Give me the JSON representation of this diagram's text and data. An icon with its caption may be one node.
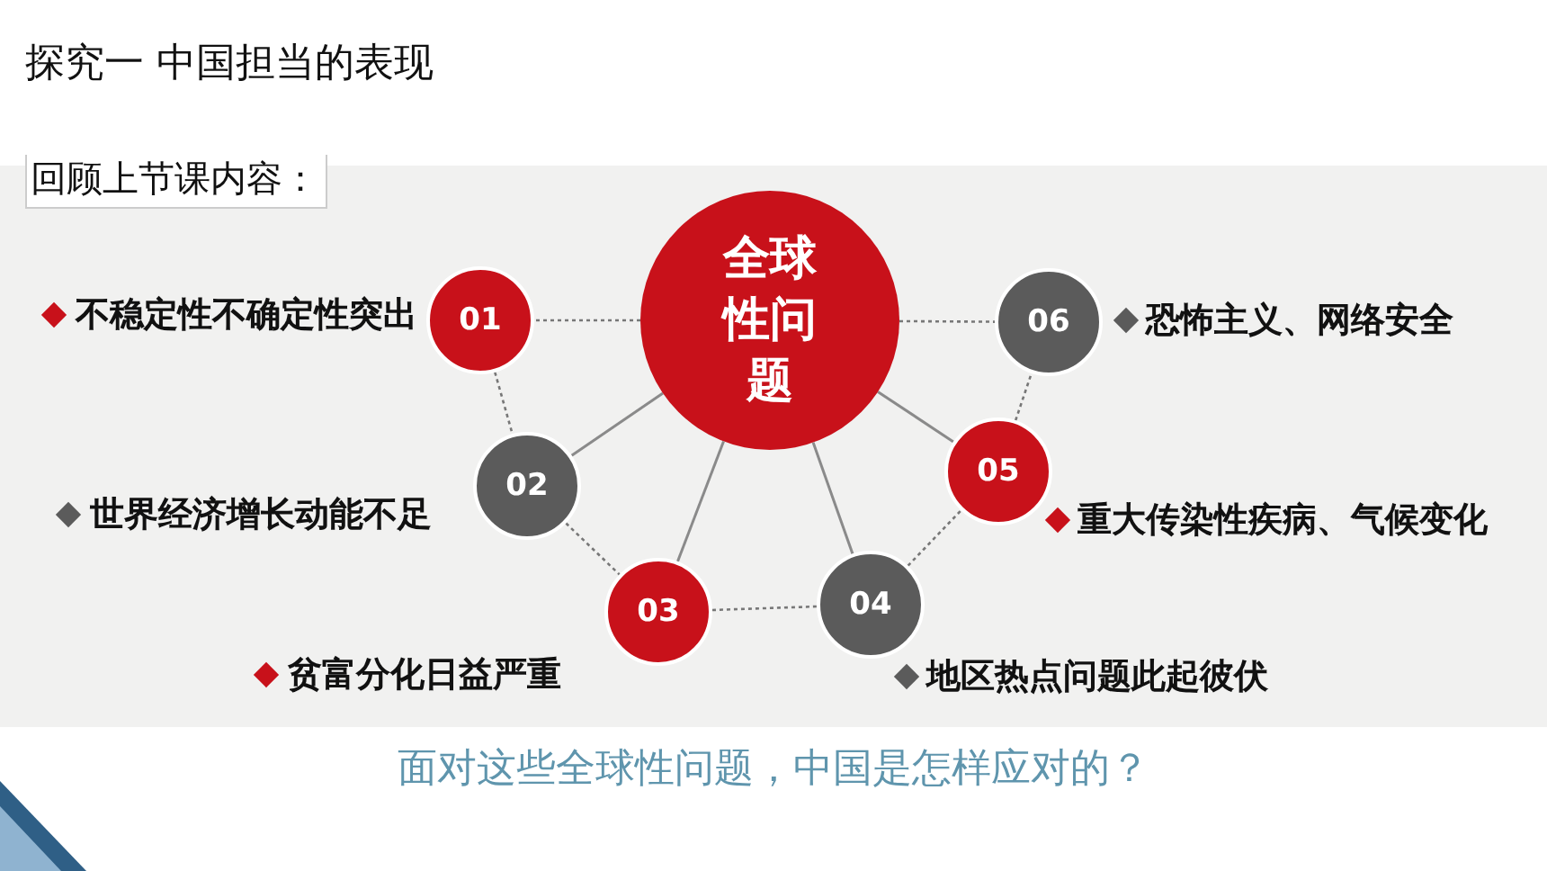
{
  "diagram": {
    "title": "探究一 中国担当的表现",
    "caption": "面对这些全球性问题，中国是怎样应对的？",
    "labels": [
      "回顾上节课内容："
    ],
    "nodes": [
      {
        "text": [
          "全球性问题"
        ]
      },
      {
        "text": [
          "01"
        ],
        "beside": [
          "不稳定性不确定性突出"
        ]
      },
      {
        "text": [
          "02"
        ],
        "beside": [
          "世界经济增长动能不足"
        ]
      },
      {
        "text": [
          "03"
        ],
        "beside": [
          "贫富分化日益严重"
        ]
      },
      {
        "text": [
          "04"
        ],
        "beside": [
          "地区热点问题此起彼伏"
        ]
      },
      {
        "text": [
          "05"
        ],
        "beside": [
          "重大传染性疾病、气候变化"
        ]
      },
      {
        "text": [
          "06"
        ],
        "beside": [
          "恐怖主义、网络安全"
        ]
      }
    ],
    "edges": [
      {
        "from": 0,
        "to": 1,
        "arrow": "none",
        "style": "dashed"
      },
      {
        "from": 0,
        "to": 2,
        "arrow": "none"
      },
      {
        "from": 0,
        "to": 3,
        "arrow": "none"
      },
      {
        "from": 0,
        "to": 4,
        "arrow": "none"
      },
      {
        "from": 0,
        "to": 5,
        "arrow": "none"
      },
      {
        "from": 0,
        "to": 6,
        "arrow": "none",
        "style": "dashed"
      },
      {
        "from": 1,
        "to": 2,
        "arrow": "none",
        "style": "dashed"
      },
      {
        "from": 2,
        "to": 3,
        "arrow": "none",
        "style": "dashed"
      },
      {
        "from": 3,
        "to": 4,
        "arrow": "none",
        "style": "dashed"
      },
      {
        "from": 4,
        "to": 5,
        "arrow": "none",
        "style": "dashed"
      },
      {
        "from": 5,
        "to": 6,
        "arrow": "none",
        "style": "dashed"
      }
    ]
  }
}
